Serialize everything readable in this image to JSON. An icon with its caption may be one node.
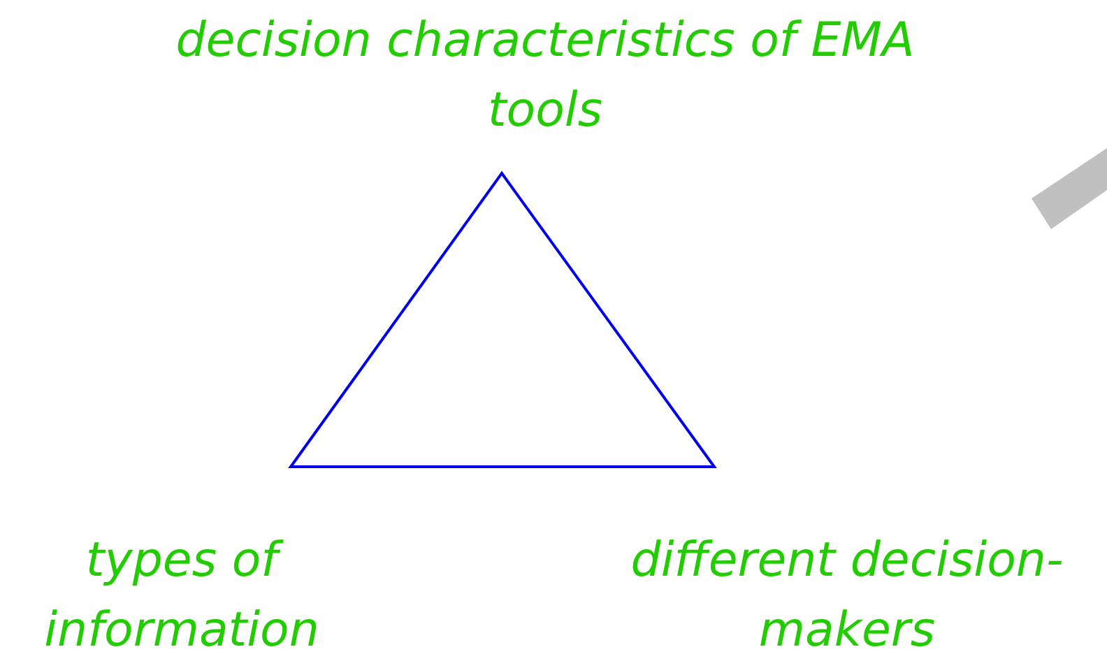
{
  "diagram": {
    "labels": [
      "decision characteristics of EMA tools",
      "types of information",
      "different decision-makers"
    ]
  }
}
